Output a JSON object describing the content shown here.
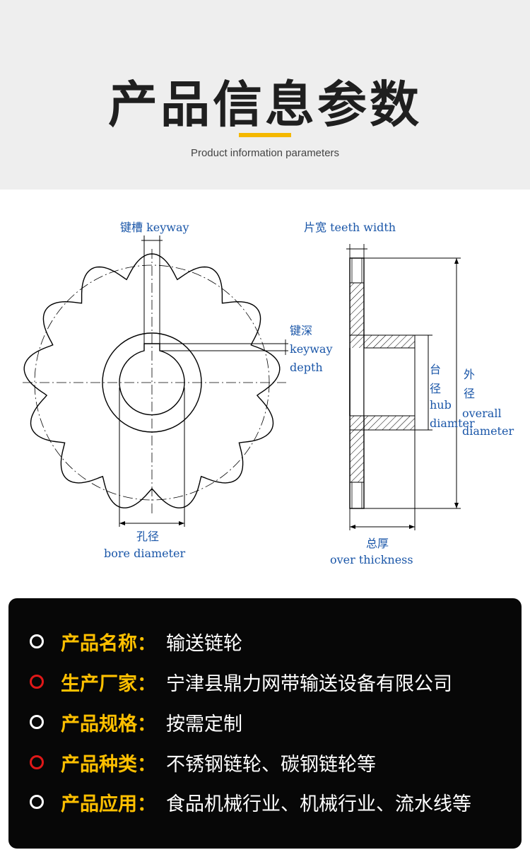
{
  "header": {
    "title": "产品信息参数",
    "subtitle": "Product information parameters",
    "accent_color": "#f5b800"
  },
  "diagram": {
    "keyway": "键槽 keyway",
    "teeth_width": "片宽  teeth  width",
    "keyway_depth_cn": "键深",
    "keyway_depth_en1": "keyway",
    "keyway_depth_en2": "depth",
    "hub_cn1": "台",
    "hub_cn2": "径",
    "hub_en1": "hub",
    "hub_en2": "diamter",
    "overall_cn1": "外",
    "overall_cn2": "径",
    "overall_en1": "overall",
    "overall_en2": "diameter",
    "bore_cn": "孔径",
    "bore_en": "bore  diameter",
    "thickness_cn": "总厚",
    "thickness_en": "over  thickness",
    "label_color": "#1a56a8"
  },
  "info": {
    "rows": [
      {
        "label": "产品名称：",
        "value": "输送链轮",
        "bullet": "white"
      },
      {
        "label": "生产厂家：",
        "value": "宁津县鼎力网带输送设备有限公司",
        "bullet": "red"
      },
      {
        "label": "产品规格：",
        "value": "按需定制",
        "bullet": "white"
      },
      {
        "label": "产品种类：",
        "value": "不锈钢链轮、碳钢链轮等",
        "bullet": "red"
      },
      {
        "label": "产品应用：",
        "value": "食品机械行业、机械行业、流水线等",
        "bullet": "white"
      }
    ],
    "label_color": "#ffc000"
  }
}
